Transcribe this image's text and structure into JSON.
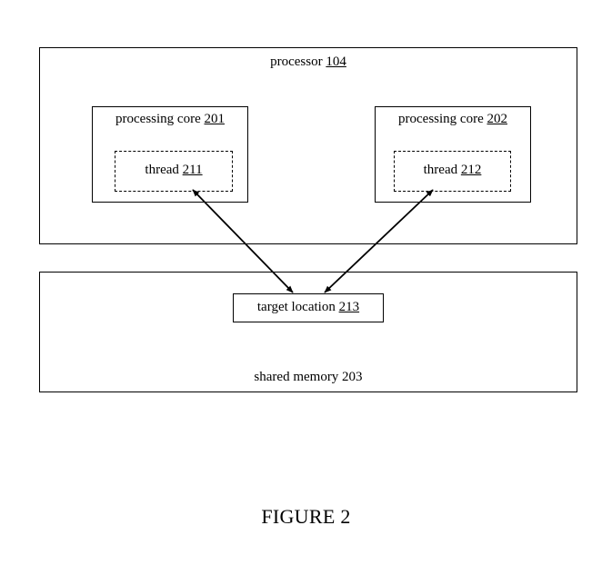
{
  "processor": {
    "label": "processor",
    "ref": "104"
  },
  "cores": [
    {
      "label": "processing core",
      "ref": "201",
      "thread": {
        "label": "thread",
        "ref": "211"
      }
    },
    {
      "label": "processing core",
      "ref": "202",
      "thread": {
        "label": "thread",
        "ref": "212"
      }
    }
  ],
  "target": {
    "label": "target location",
    "ref": "213"
  },
  "memory": {
    "label": "shared memory 203"
  },
  "caption": "FIGURE 2"
}
